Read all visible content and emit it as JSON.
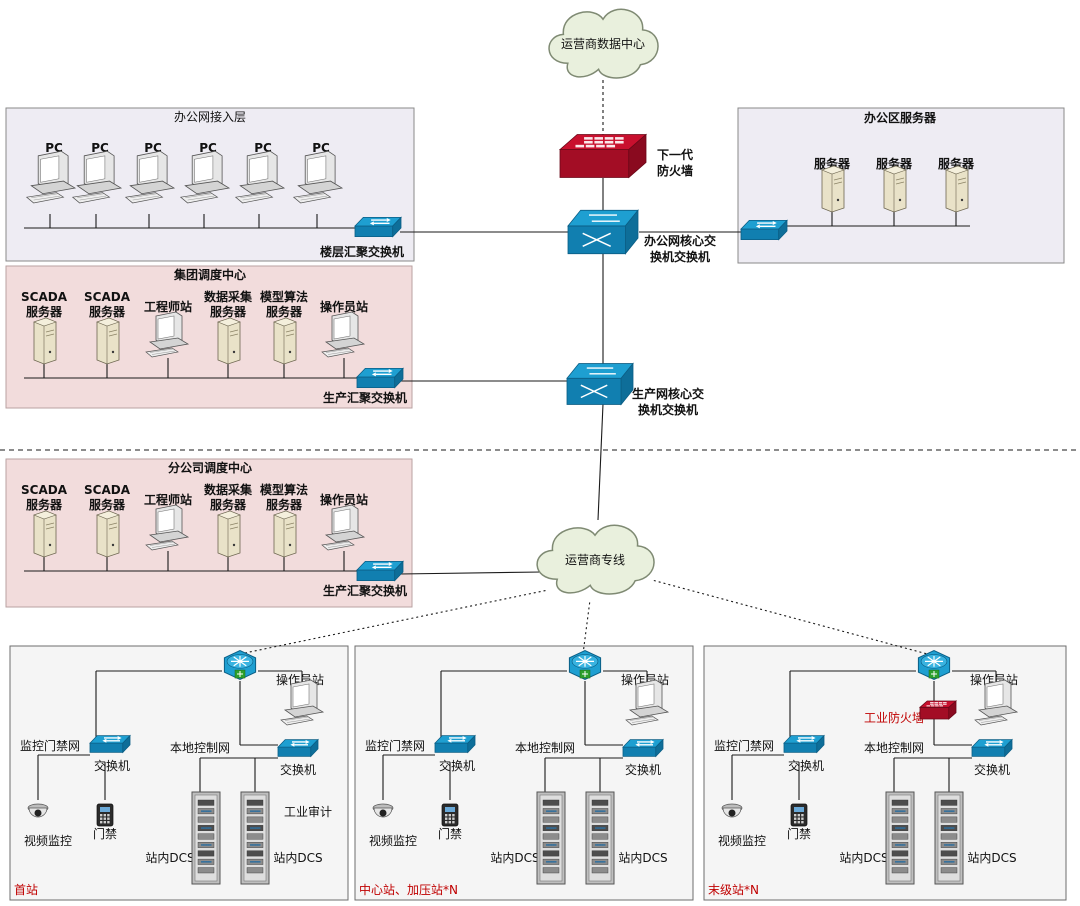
{
  "top": {
    "operator_dc": "运营商数据中心",
    "firewall_label": [
      "下一代",
      "防火墙"
    ],
    "office_core_label": [
      "办公网核心交",
      "换机交换机"
    ],
    "prod_core_label": [
      "生产网核心交",
      "换机交换机"
    ],
    "operator_line": "运营商专线"
  },
  "office_access": {
    "title": "办公网接入层",
    "pcs": [
      "PC",
      "PC",
      "PC",
      "PC",
      "PC",
      "PC"
    ],
    "switch_label": "楼层汇聚交换机"
  },
  "office_servers": {
    "title": "办公区服务器",
    "servers": [
      "服务器",
      "服务器",
      "服务器"
    ]
  },
  "group_dispatch": {
    "title": "集团调度中心",
    "items": [
      [
        "SCADA",
        "服务器"
      ],
      [
        "SCADA",
        "服务器"
      ],
      [
        "工程师站"
      ],
      [
        "数据采集",
        "服务器"
      ],
      [
        "模型算法",
        "服务器"
      ],
      [
        "操作员站"
      ]
    ],
    "switch_label": "生产汇聚交换机"
  },
  "branch_dispatch": {
    "title": "分公司调度中心",
    "items": [
      [
        "SCADA",
        "服务器"
      ],
      [
        "SCADA",
        "服务器"
      ],
      [
        "工程师站"
      ],
      [
        "数据采集",
        "服务器"
      ],
      [
        "模型算法",
        "服务器"
      ],
      [
        "操作员站"
      ]
    ],
    "switch_label": "生产汇聚交换机"
  },
  "stations": [
    {
      "name": "首站",
      "operator": "操作员站",
      "monitor_net": "监控门禁网",
      "switch1": "交换机",
      "local_net": "本地控制网",
      "switch2": "交换机",
      "video": "视频监控",
      "door": "门禁",
      "dcs1": "站内DCS",
      "dcs2": "站内DCS",
      "extra": "工业审计"
    },
    {
      "name": "中心站、加压站*N",
      "operator": "操作员站",
      "monitor_net": "监控门禁网",
      "switch1": "交换机",
      "local_net": "本地控制网",
      "switch2": "交换机",
      "video": "视频监控",
      "door": "门禁",
      "dcs1": "站内DCS",
      "dcs2": "站内DCS"
    },
    {
      "name": "末级站*N",
      "operator": "操作员站",
      "monitor_net": "监控门禁网",
      "switch1": "交换机",
      "local_net": "本地控制网",
      "switch2": "交换机",
      "video": "视频监控",
      "door": "门禁",
      "dcs1": "站内DCS",
      "dcs2": "站内DCS",
      "extra": "工业防火墙"
    }
  ],
  "colors": {
    "office_bg": "#eeecf3",
    "dispatch_bg": "#f2dcdc",
    "station_bg": "#f5f5f5",
    "switch_blue": "#1e9fd1",
    "firewall_red": "#c8102e",
    "server_beige": "#e9e2c8"
  }
}
